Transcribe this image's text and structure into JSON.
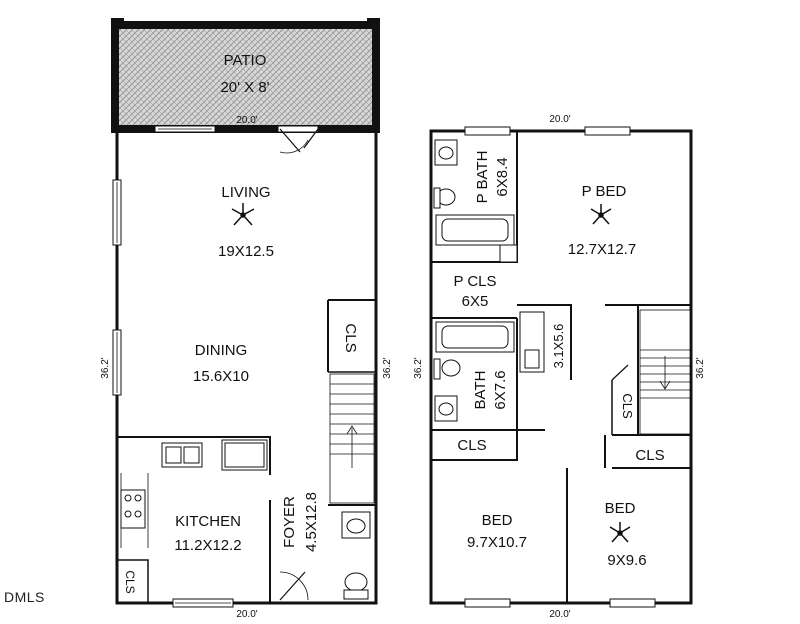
{
  "brand": "DMLS",
  "rooms": {
    "patio": {
      "name": "PATIO",
      "size": "20' X 8'"
    },
    "living": {
      "name": "LIVING",
      "size": "19X12.5"
    },
    "dining": {
      "name": "DINING",
      "size": "15.6X10"
    },
    "kitchen": {
      "name": "KITCHEN",
      "size": "11.2X12.2"
    },
    "foyer": {
      "name": "FOYER",
      "size": "4.5X12.8"
    },
    "cls_first_stair": "CLS",
    "cls_first_kitchen": "CLS",
    "p_bath": {
      "name": "P BATH",
      "size": "6X8.4"
    },
    "p_bed": {
      "name": "P BED",
      "size": "12.7X12.7"
    },
    "p_cls": {
      "name": "P CLS",
      "size": "6X5"
    },
    "closet_small": {
      "size": "3.1X5.6"
    },
    "bath": {
      "name": "BATH",
      "size": "6X7.6"
    },
    "cls_second_left": "CLS",
    "cls_second_right": "CLS",
    "cls_second_stair": "CLS",
    "bed1": {
      "name": "BED",
      "size": "9.7X10.7"
    },
    "bed2": {
      "name": "BED",
      "size": "9X9.6"
    }
  },
  "dimensions": {
    "first_top": "20.0'",
    "first_bottom": "20.0'",
    "first_left": "36.2'",
    "first_right": "36.2'",
    "second_top": "20.0'",
    "second_bottom": "20.0'",
    "second_left": "36.2'",
    "second_right": "36.2'"
  }
}
